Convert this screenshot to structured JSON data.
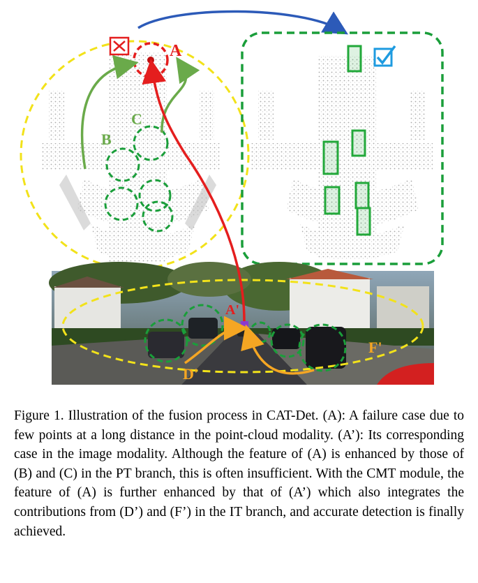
{
  "figure": {
    "labels": {
      "A": "A",
      "B": "B",
      "C": "C",
      "A_prime": "A'",
      "D_prime": "D'",
      "F_prime": "F'"
    },
    "icons": {
      "fail": "cross-box-icon",
      "success": "check-box-icon"
    },
    "colors": {
      "yellow": "#f2e21a",
      "green_dash": "#1a9e3a",
      "green_arrow": "#6aaa4a",
      "red": "#e41e1e",
      "blue": "#2c5ab8",
      "orange": "#f5a623",
      "box_green": "#22a83a",
      "check_blue": "#1e9be0"
    }
  },
  "caption": {
    "text": "Figure 1.  Illustration of the fusion process in CAT-Det.  (A): A failure case due to few points at a long distance in the point-cloud modality. (A’): Its corresponding case in the image modality. Although the feature of (A) is enhanced by those of (B) and (C) in the PT branch, this is often insufficient. With the CMT module, the feature of (A) is further enhanced by that of (A’) which also integrates the contributions from (D’) and (F’) in the IT branch, and accurate detection is finally achieved."
  }
}
